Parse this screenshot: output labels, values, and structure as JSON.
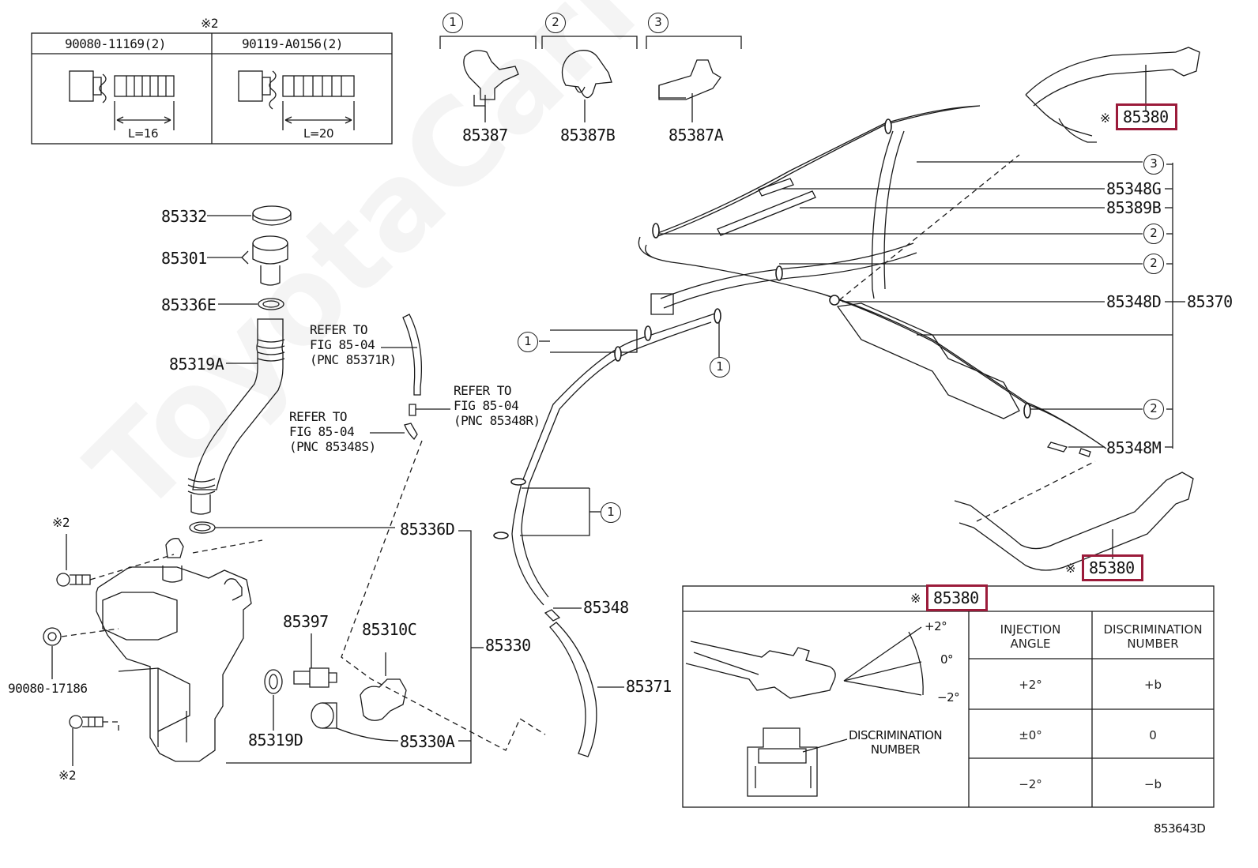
{
  "watermark": "ToyotaCarMire.ru",
  "diagram_id": "853643D",
  "bolt_table": {
    "note_mark": "※2",
    "left": {
      "part": "90080-11169(2)",
      "length": "L=16"
    },
    "right": {
      "part": "90119-A0156(2)",
      "length": "L=20"
    }
  },
  "clips": [
    {
      "num": "1",
      "part": "85387"
    },
    {
      "num": "2",
      "part": "85387B"
    },
    {
      "num": "3",
      "part": "85387A"
    }
  ],
  "tank_parts": {
    "p85332": "85332",
    "p85301": "85301",
    "p85336E": "85336E",
    "p85319A": "85319A",
    "p85336D": "85336D",
    "p85397": "85397",
    "p85310C": "85310C",
    "p85330": "85330",
    "p85319D": "85319D",
    "p85330A": "85330A",
    "p90080_17186": "90080-17186",
    "note2_top": "※2",
    "note2_bottom": "※2",
    "p85348": "85348",
    "p85371": "85371"
  },
  "refers": [
    {
      "line1": "REFER TO",
      "line2": "FIG 85-04",
      "line3": "(PNC 85371R)"
    },
    {
      "line1": "REFER TO",
      "line2": "FIG 85-04",
      "line3": "(PNC 85348R)"
    },
    {
      "line1": "REFER TO",
      "line2": "FIG 85-04",
      "line3": "(PNC 85348S)"
    }
  ],
  "hose_parts": {
    "p85348G": "85348G",
    "p85389B": "85389B",
    "p85348D": "85348D",
    "p85370": "85370",
    "p85348M": "85348M",
    "c3": "3",
    "c2a": "2",
    "c2b": "2",
    "c2c": "2",
    "c1a": "1",
    "c1b": "1",
    "c1c": "1"
  },
  "nozzle_top": {
    "mark": "※",
    "part": "85380"
  },
  "nozzle_bottom": {
    "mark": "※",
    "part": "85380"
  },
  "injection_table": {
    "mark": "※",
    "part": "85380",
    "header_angle_1": "INJECTION",
    "header_angle_2": "ANGLE",
    "header_num_1": "DISCRIMINATION",
    "header_num_2": "NUMBER",
    "rows": [
      {
        "angle": "+2°",
        "number": "+b"
      },
      {
        "angle": "±0°",
        "number": "0"
      },
      {
        "angle": "−2°",
        "number": "−b"
      }
    ],
    "angle_up": "+2°",
    "angle_mid": "0°",
    "angle_down": "−2°",
    "disc_label_1": "DISCRIMINATION",
    "disc_label_2": "NUMBER"
  },
  "colors": {
    "highlight": "#9b1b3a",
    "line": "#1a1a1a"
  }
}
